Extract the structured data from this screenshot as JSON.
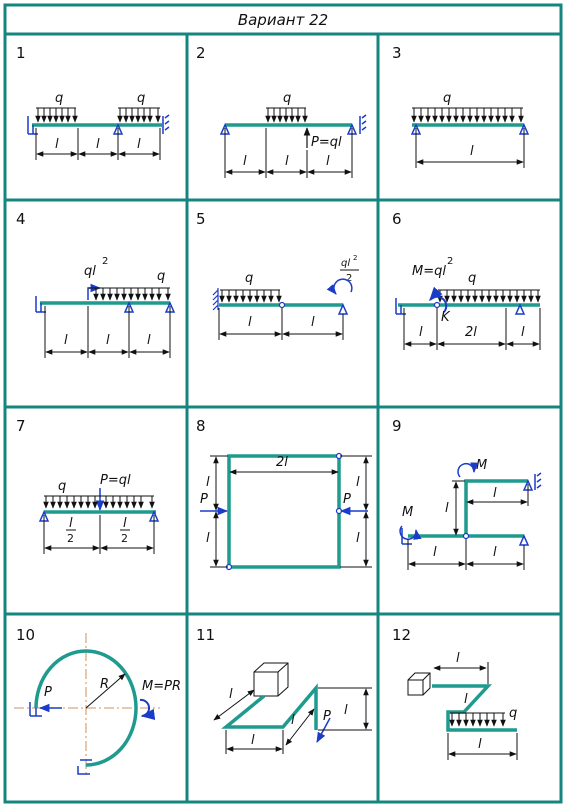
{
  "header": {
    "title": "Вариант 22"
  },
  "colors": {
    "frame": "#14857f",
    "beam": "#1f9a8e",
    "support": "#1a3cc8",
    "ink": "#111111"
  },
  "cells": [
    {
      "number": "1",
      "labels": [
        "q",
        "q",
        "l",
        "l",
        "l"
      ]
    },
    {
      "number": "2",
      "labels": [
        "q",
        "P=ql",
        "l",
        "l",
        "l"
      ]
    },
    {
      "number": "3",
      "labels": [
        "q",
        "l"
      ]
    },
    {
      "number": "4",
      "labels": [
        "ql",
        "2",
        "q",
        "l",
        "l",
        "l"
      ]
    },
    {
      "number": "5",
      "labels": [
        "q",
        "ql",
        "2",
        "2",
        "l",
        "l"
      ]
    },
    {
      "number": "6",
      "labels": [
        "M=ql",
        "2",
        "q",
        "K",
        "l",
        "2l",
        "l"
      ]
    },
    {
      "number": "7",
      "labels": [
        "q",
        "P=ql",
        "l",
        "2",
        "l",
        "2"
      ]
    },
    {
      "number": "8",
      "labels": [
        "2l",
        "P",
        "P",
        "l",
        "l",
        "l",
        "l"
      ]
    },
    {
      "number": "9",
      "labels": [
        "M",
        "M",
        "l",
        "l",
        "l",
        "l"
      ]
    },
    {
      "number": "10",
      "labels": [
        "P",
        "R",
        "M=PR"
      ]
    },
    {
      "number": "11",
      "labels": [
        "l",
        "l",
        "l",
        "l",
        "P"
      ]
    },
    {
      "number": "12",
      "labels": [
        "l",
        "l",
        "q",
        "l"
      ]
    }
  ]
}
